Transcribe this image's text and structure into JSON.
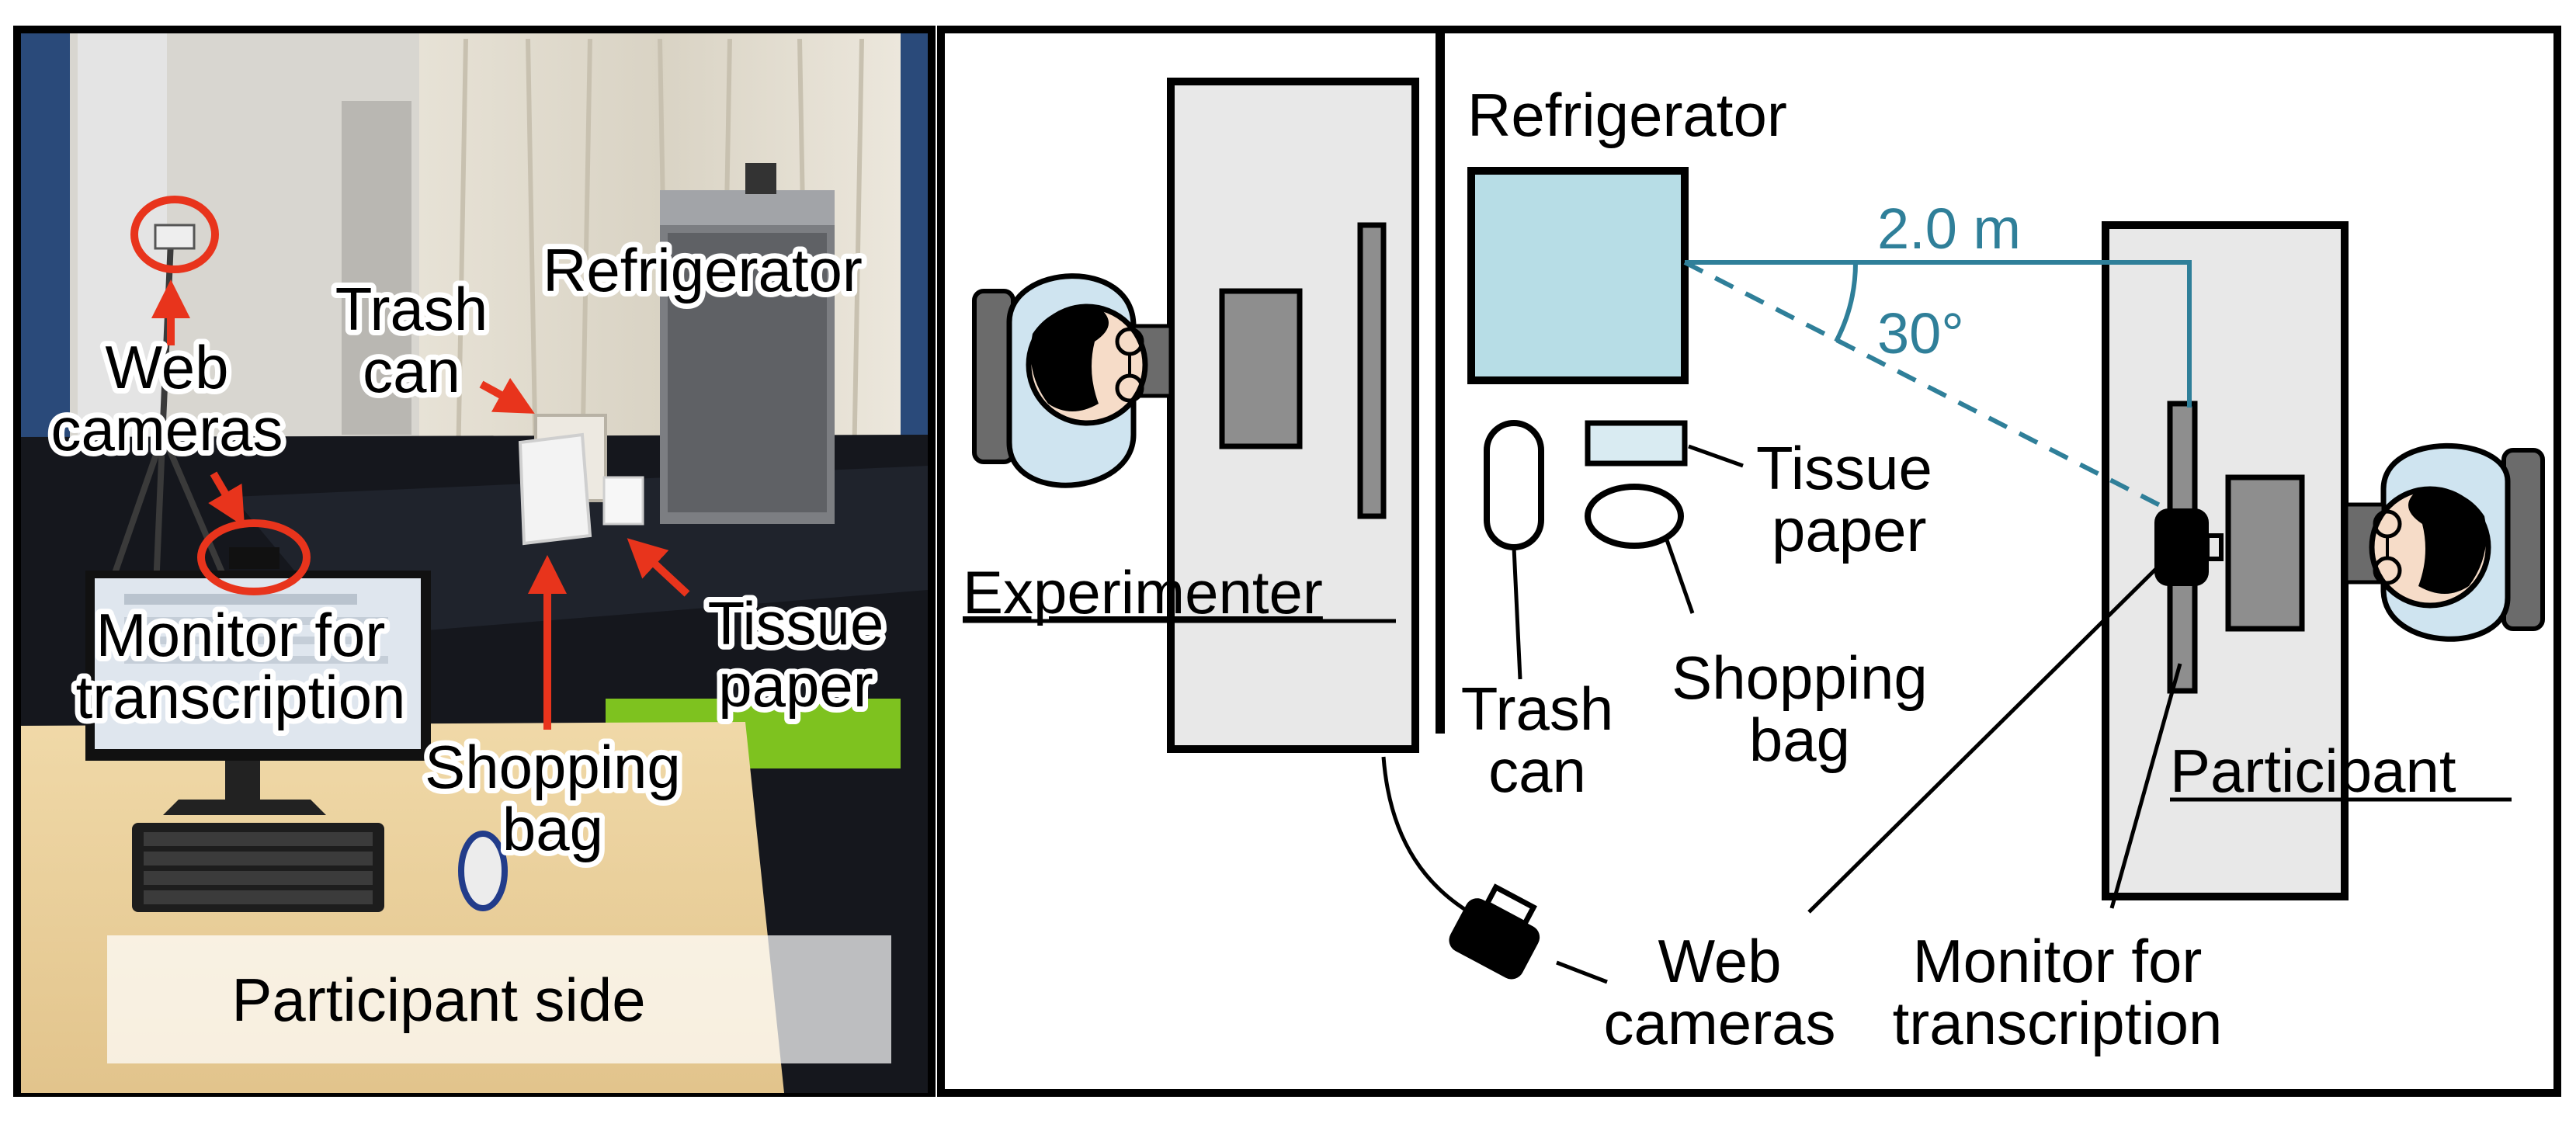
{
  "photo_panel": {
    "labels": {
      "web_cameras": [
        "Web",
        "cameras"
      ],
      "trash_can": [
        "Trash",
        "can"
      ],
      "refrigerator": "Refrigerator",
      "monitor": [
        "Monitor for",
        "transcription"
      ],
      "tissue_paper": [
        "Tissue",
        "paper"
      ],
      "shopping_bag": [
        "Shopping",
        "bag"
      ],
      "side_caption": "Participant side"
    }
  },
  "diagram_panel": {
    "labels": {
      "refrigerator": "Refrigerator",
      "experimenter": "Experimenter",
      "participant": "Participant",
      "tissue_paper": [
        "Tissue",
        "paper"
      ],
      "shopping_bag": [
        "Shopping",
        "bag"
      ],
      "trash_can": [
        "Trash",
        "can"
      ],
      "web_cameras": [
        "Web",
        "cameras"
      ],
      "monitor": [
        "Monitor for",
        "transcription"
      ]
    },
    "measurements": {
      "distance": "2.0 m",
      "angle": "30°"
    }
  },
  "colors": {
    "annotation_red": "#e8341c",
    "measure_blue": "#2f7f99",
    "fridge_fill": "#b7dde6",
    "desk_fill": "#e8e8e8"
  }
}
